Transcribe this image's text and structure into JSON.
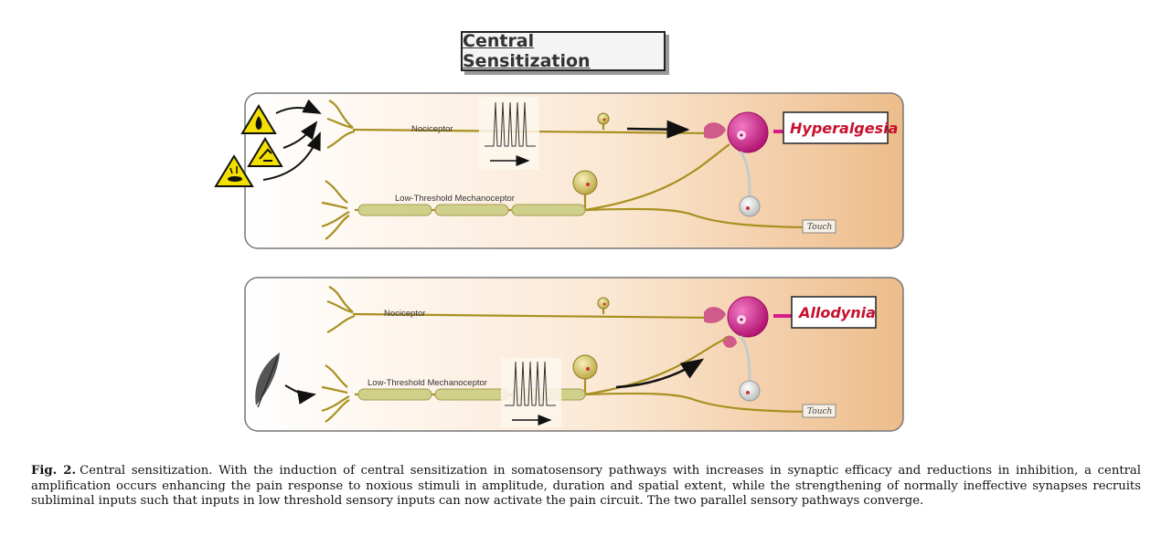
{
  "title": "Central Sensitization",
  "panels": {
    "top": {
      "nociceptor_label": "Nociceptor",
      "mechanoceptor_label": "Low-Threshold Mechanoceptor",
      "touch_label": "Touch",
      "result_label": "Hyperalgesia",
      "stimulus_icons": [
        "fire-warning-icon",
        "corrosive-warning-icon",
        "chemical-warning-icon"
      ]
    },
    "bottom": {
      "nociceptor_label": "Nociceptor",
      "mechanoceptor_label": "Low-Threshold Mechanoceptor",
      "touch_label": "Touch",
      "result_label": "Allodynia",
      "stimulus_icons": [
        "feather-icon"
      ]
    }
  },
  "colors": {
    "nerve": "#a89020",
    "axon_segment": "#cfd08a",
    "neuron_magenta": "#d81b8a",
    "result_text": "#c8102e",
    "warning_yellow": "#f3e000"
  },
  "caption": {
    "label": "Fig. 2.",
    "text": "Central sensitization. With the induction of central sensitization in somatosensory pathways with increases in synaptic efficacy and reductions in inhibition, a central amplification occurs enhancing the pain response to noxious stimuli in amplitude, duration and spatial extent, while the strengthening of normally ineffective synapses recruits subliminal inputs such that inputs in low threshold sensory inputs can now activate the pain circuit. The two parallel sensory pathways converge."
  }
}
